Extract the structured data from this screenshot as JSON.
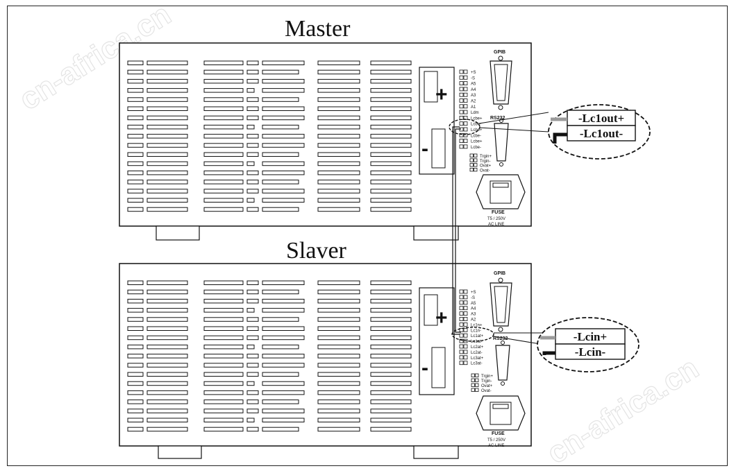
{
  "watermark": "cn-africa.cn",
  "master": {
    "title": "Master",
    "gpib": "GPIB",
    "rs232": "RS232",
    "fuse": "FUSE",
    "fuse_rating": "T5 / 250V",
    "ac_line": "AC LINE",
    "plus": "+",
    "minus": "-",
    "pins": [
      "+S",
      "-S",
      "A5",
      "A4",
      "A3",
      "A2",
      "A1",
      "Ldm",
      "Lcbe+",
      "Lcbe-",
      "Lcbe+",
      "Lcbe-",
      "Lcbe+",
      "Lcbe-"
    ],
    "trig_pins": [
      "Trgin+",
      "Trgin-",
      "Ovat+",
      "Ovat-"
    ],
    "callout": {
      "top": "-Lc1out+",
      "bottom": "-Lc1out-"
    }
  },
  "slaver": {
    "title": "Slaver",
    "gpib": "GPIB",
    "rs232": "RS232",
    "fuse": "FUSE",
    "fuse_rating": "T5 / 250V",
    "ac_line": "AC LINE",
    "plus": "+",
    "minus": "-",
    "pins": [
      "+S",
      "-S",
      "A5",
      "A4",
      "A3",
      "A2",
      "Lc1n+",
      "Lc1n-",
      "Lc1at+",
      "Lc1at-",
      "Lc2at+",
      "Lc2at-",
      "Lc3at+",
      "Lc3at-"
    ],
    "trig_pins": [
      "Trgin+",
      "Trgin-",
      "Ovat+",
      "Ovat-"
    ],
    "callout": {
      "top": "-Lcin+",
      "bottom": "-Lcin-"
    }
  },
  "colors": {
    "line": "#111111",
    "wire_gray": "#9a9a9a",
    "watermark": "#e4e4e4"
  }
}
